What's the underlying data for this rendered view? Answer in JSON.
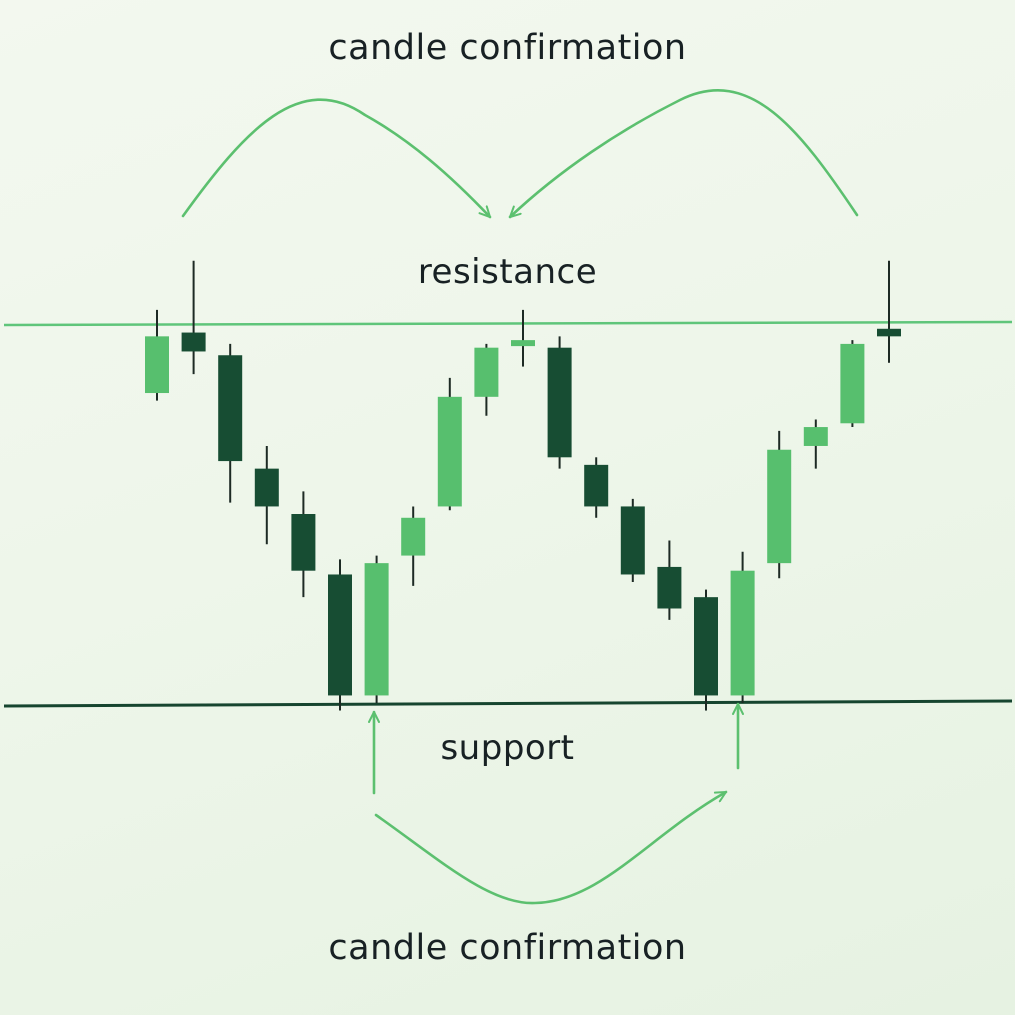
{
  "labels": {
    "top_confirmation": "candle confirmation",
    "resistance": "resistance",
    "support": "support",
    "bottom_confirmation": "candle confirmation"
  },
  "colors": {
    "bullish": "#57bf6e",
    "bearish": "#174d33",
    "resistance_line": "#5fc57a",
    "support_line": "#16452f",
    "arrow": "#5cc06f",
    "wick": "#1d2a24"
  },
  "chart_data": {
    "type": "candlestick",
    "pattern": "double bottom between support and resistance",
    "y_range": [
      0,
      100
    ],
    "resistance_level": 100,
    "support_level": 0,
    "candles": [
      {
        "index": 1,
        "open": 82,
        "high": 104,
        "low": 80,
        "close": 97,
        "direction": "bullish"
      },
      {
        "index": 2,
        "open": 98,
        "high": 117,
        "low": 87,
        "close": 93,
        "direction": "bearish"
      },
      {
        "index": 3,
        "open": 92,
        "high": 95,
        "low": 53,
        "close": 64,
        "direction": "bearish"
      },
      {
        "index": 4,
        "open": 62,
        "high": 68,
        "low": 42,
        "close": 52,
        "direction": "bearish"
      },
      {
        "index": 5,
        "open": 50,
        "high": 56,
        "low": 28,
        "close": 35,
        "direction": "bearish"
      },
      {
        "index": 6,
        "open": 34,
        "high": 38,
        "low": -2,
        "close": 2,
        "direction": "bearish"
      },
      {
        "index": 7,
        "open": 2,
        "high": 39,
        "low": 0,
        "close": 37,
        "direction": "bullish"
      },
      {
        "index": 8,
        "open": 39,
        "high": 52,
        "low": 31,
        "close": 49,
        "direction": "bullish"
      },
      {
        "index": 9,
        "open": 52,
        "high": 86,
        "low": 51,
        "close": 81,
        "direction": "bullish"
      },
      {
        "index": 10,
        "open": 81,
        "high": 95,
        "low": 76,
        "close": 94,
        "direction": "bullish"
      },
      {
        "index": 11,
        "open": 95,
        "high": 104,
        "low": 89,
        "close": 96,
        "direction": "bullish"
      },
      {
        "index": 12,
        "open": 94,
        "high": 97,
        "low": 62,
        "close": 65,
        "direction": "bearish"
      },
      {
        "index": 13,
        "open": 63,
        "high": 65,
        "low": 49,
        "close": 52,
        "direction": "bearish"
      },
      {
        "index": 14,
        "open": 52,
        "high": 54,
        "low": 32,
        "close": 34,
        "direction": "bearish"
      },
      {
        "index": 15,
        "open": 36,
        "high": 43,
        "low": 22,
        "close": 25,
        "direction": "bearish"
      },
      {
        "index": 16,
        "open": 28,
        "high": 30,
        "low": -2,
        "close": 2,
        "direction": "bearish"
      },
      {
        "index": 17,
        "open": 2,
        "high": 40,
        "low": 0,
        "close": 35,
        "direction": "bullish"
      },
      {
        "index": 18,
        "open": 37,
        "high": 72,
        "low": 33,
        "close": 67,
        "direction": "bullish"
      },
      {
        "index": 19,
        "open": 68,
        "high": 75,
        "low": 62,
        "close": 73,
        "direction": "bullish"
      },
      {
        "index": 20,
        "open": 74,
        "high": 96,
        "low": 73,
        "close": 95,
        "direction": "bullish"
      },
      {
        "index": 21,
        "open": 99,
        "high": 117,
        "low": 90,
        "close": 97,
        "direction": "bearish"
      }
    ],
    "annotations": [
      {
        "text": "candle confirmation",
        "position": "top",
        "arrows_to": "resistance rejections at candle 2 and candle 21, converging on the middle retest"
      },
      {
        "text": "resistance",
        "position": "above resistance line"
      },
      {
        "text": "support",
        "position": "below support line"
      },
      {
        "text": "candle confirmation",
        "position": "bottom",
        "arrows_to": "bullish bounce candles 7 and 17 at support"
      }
    ],
    "grid": false,
    "legend": "none"
  }
}
